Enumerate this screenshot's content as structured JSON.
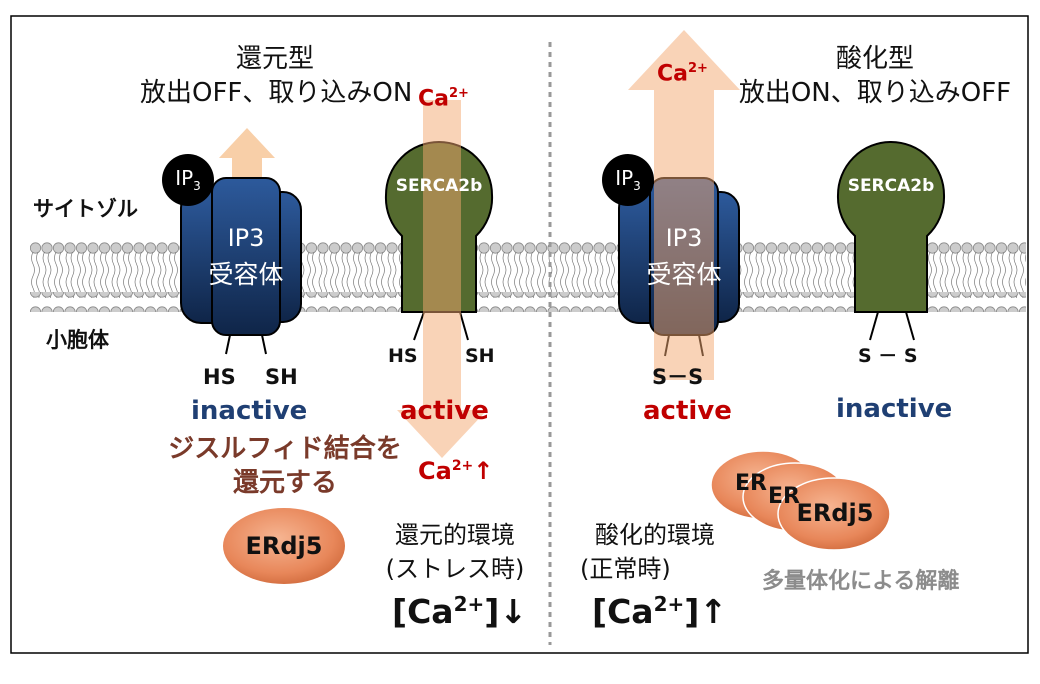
{
  "left_panel": {
    "title_line1": "還元型",
    "title_line2": "放出OFF、取り込みON",
    "ca_top": "Ca",
    "ca_top_sup": "2+",
    "ip3_ball_main": "IP",
    "ip3_ball_sub": "3",
    "receptor_line1": "IP3",
    "receptor_line2": "受容体",
    "serca_label": "SERCA2b",
    "ip3r_thiol_left": "HS",
    "ip3r_thiol_right": "SH",
    "serca_thiol_left": "HS",
    "serca_thiol_right": "SH",
    "ip3r_state": "inactive",
    "serca_state": "active",
    "reduce_line1": "ジスルフィド結合を",
    "reduce_line2": "還元する",
    "ca_bottom": "Ca",
    "ca_bottom_sup": "2+",
    "ca_bottom_arrow": "↑",
    "erdj5": "ERdj5",
    "env_line1": "還元的環境",
    "env_line2": "(ストレス時)",
    "ca_level_main": "[Ca",
    "ca_level_sup": "2+",
    "ca_level_close": "]",
    "ca_level_arrow": "↓"
  },
  "right_panel": {
    "title_line1": "酸化型",
    "title_line2": "放出ON、取り込みOFF",
    "ca_top": "Ca",
    "ca_top_sup": "2+",
    "ip3_ball_main": "IP",
    "ip3_ball_sub": "3",
    "receptor_line1": "IP3",
    "receptor_line2": "受容体",
    "serca_label": "SERCA2b",
    "ip3r_disulfide": "S－S",
    "serca_disulfide": "S － S",
    "ip3r_state": "active",
    "serca_state": "inactive",
    "erdj5_a": "ER",
    "erdj5_b": "ER",
    "erdj5_c": "ERdj5",
    "env_line1": "酸化的環境",
    "env_line2": "(正常時)",
    "ca_level_main": "[Ca",
    "ca_level_sup": "2+",
    "ca_level_close": "]",
    "ca_level_arrow": "↑",
    "multimer_caption": "多量体化による解離"
  },
  "side_labels": {
    "cytosol": "サイトゾル",
    "er": "小胞体"
  },
  "colors": {
    "receptor_blue": "#1f3f73",
    "serca_green": "#556b2f",
    "arrow_peach": "#f8cfa8",
    "state_red": "#c00000",
    "erdj5_orange": "#e8875a",
    "caption_gray": "#8c8c8c",
    "membrane_bead": "#cccccc"
  }
}
